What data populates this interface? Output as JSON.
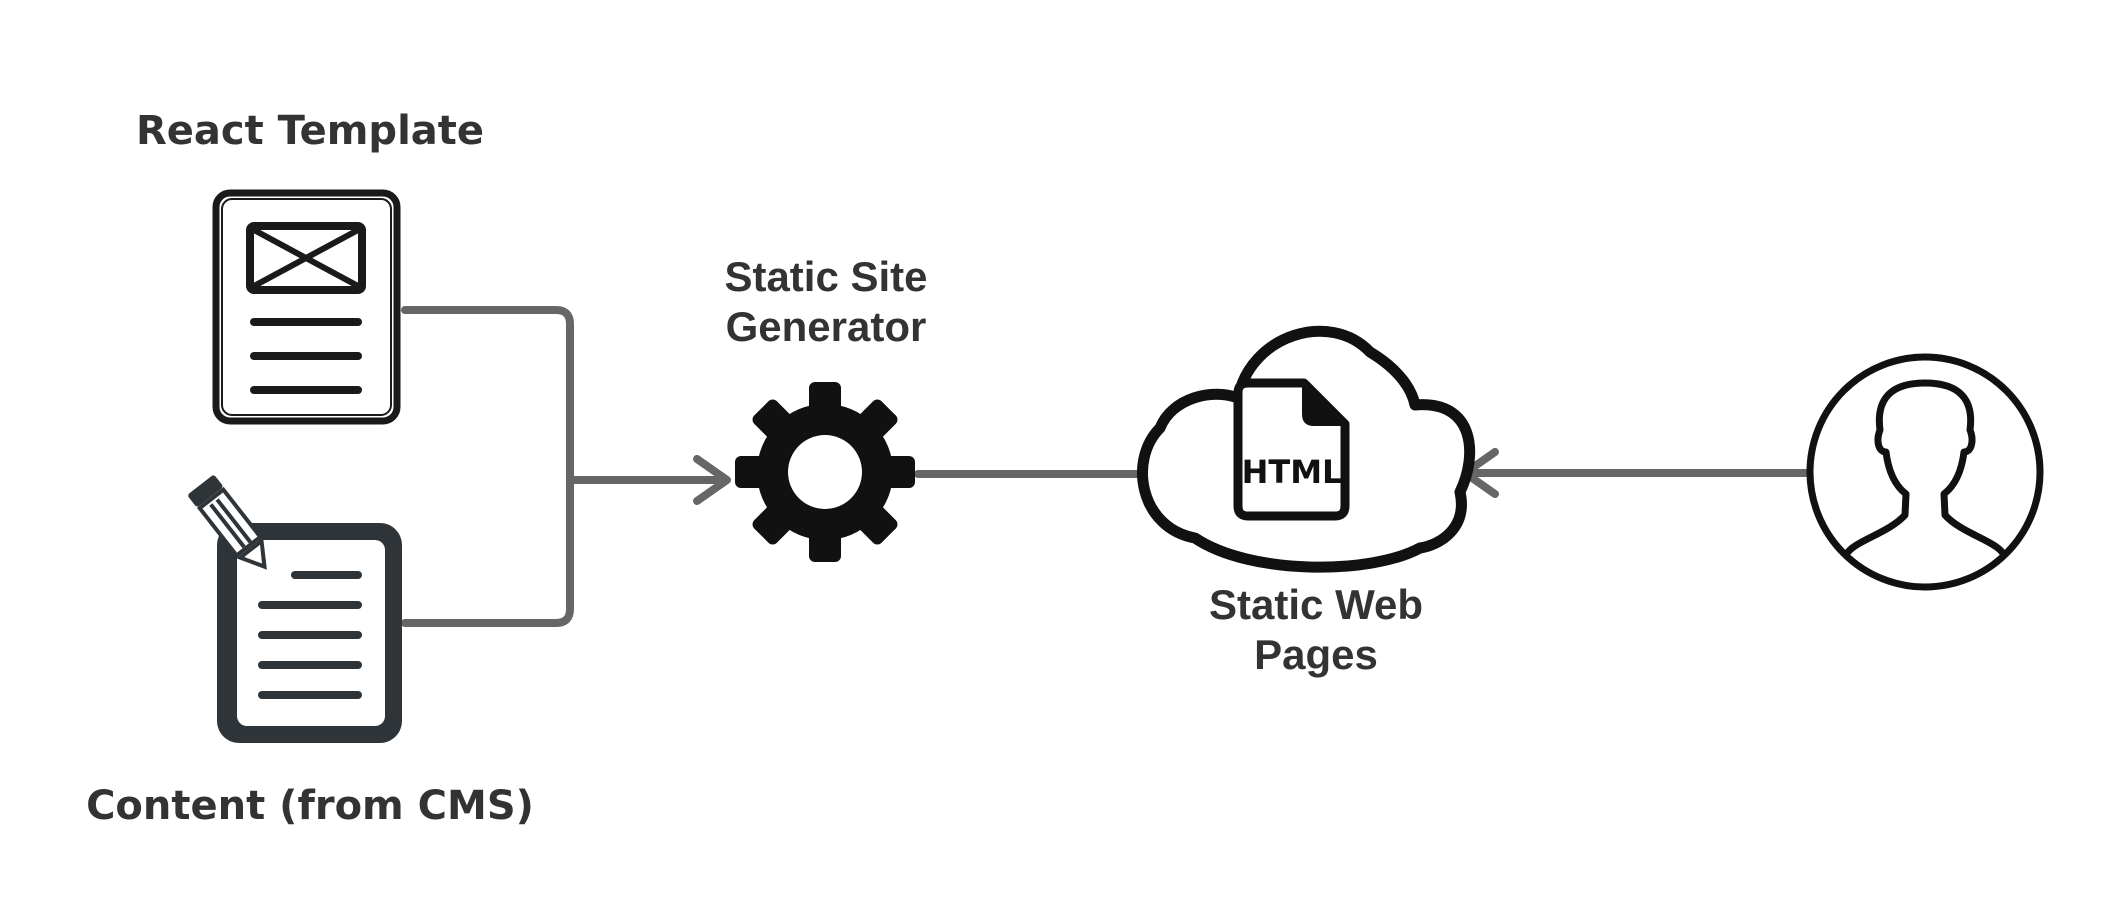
{
  "labels": {
    "react_template": "React Template",
    "content": "Content (from CMS)",
    "ssg_line1": "Static Site",
    "ssg_line2": "Generator",
    "pages_line1": "Static Web",
    "pages_line2": "Pages",
    "html_badge": "HTML"
  },
  "icons": {
    "react_template": "wireframe-document-icon",
    "content": "edit-document-icon",
    "generator": "gear-icon",
    "pages": "cloud-html-icon",
    "user": "user-avatar-icon"
  },
  "colors": {
    "connector": "#666666",
    "icon": "#1a1a1a",
    "content_icon": "#2e3438",
    "text": "#333333"
  }
}
